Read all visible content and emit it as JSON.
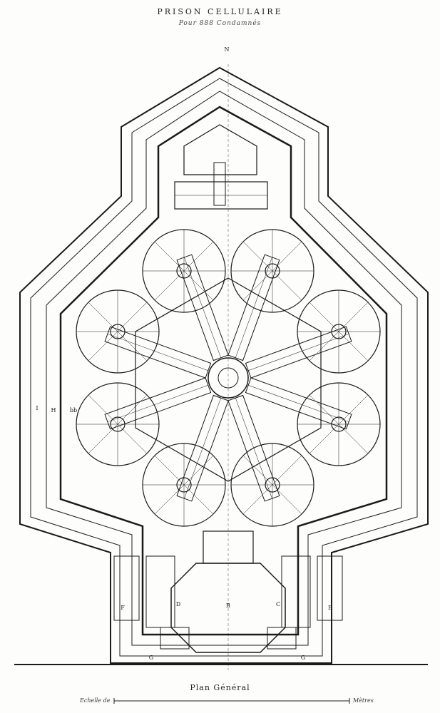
{
  "title": "PRISON CELLULAIRE",
  "subtitle": "Pour 888 Condamnés",
  "plan_caption": "Plan Général",
  "scale_left": "Echelle de",
  "scale_right": "Mètres",
  "labels": {
    "north": "N",
    "chemin": "I",
    "ronde": "H",
    "cours": "bb",
    "admin_left": "D",
    "admin_center": "B",
    "admin_right": "C",
    "wing_left": "F",
    "wing_right": "E",
    "gate_left": "G",
    "gate_right": "G"
  },
  "colors": {
    "ink": "#1a1a1a",
    "paper": "#fdfdfb"
  }
}
